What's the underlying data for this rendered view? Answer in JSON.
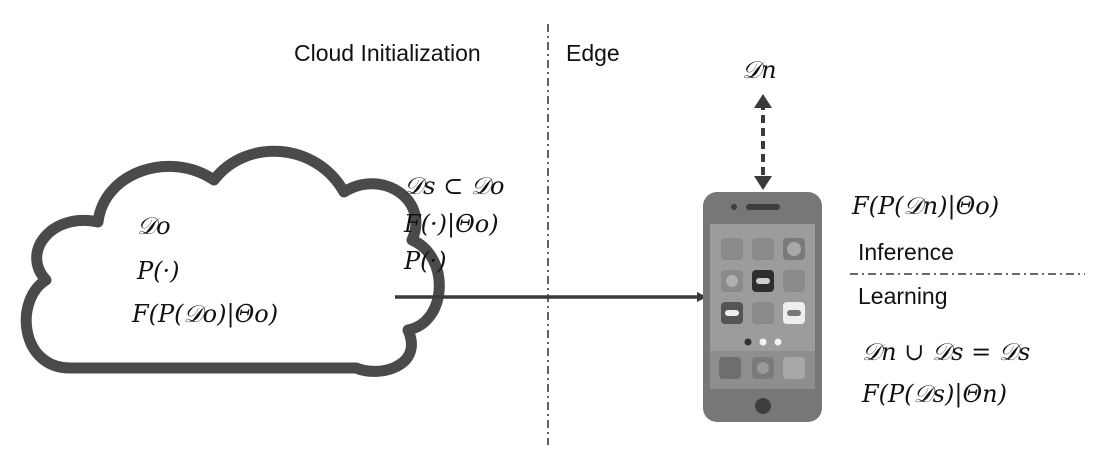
{
  "regions": {
    "cloud": "Cloud Initialization",
    "edge": "Edge"
  },
  "cloud_contents": {
    "line1": "𝒟o",
    "line2": "P(·)",
    "line3": "F(P(𝒟o)|Θo)"
  },
  "transfer": {
    "line1": "𝒟s ⊂ 𝒟o",
    "line2": "F(·)|Θo)",
    "line3": "P(·)"
  },
  "device_input": "𝒟n",
  "edge_side": {
    "inference_formula": "F(P(𝒟n)|Θo)",
    "inference_label": "Inference",
    "learning_label": "Learning",
    "learning_line1": "𝒟n ∪ 𝒟s = 𝒟s",
    "learning_line2": "F(P(𝒟s)|Θn)"
  },
  "colors": {
    "stroke": "#3a3a3a",
    "phone_body": "#777777",
    "phone_screen": "#9c9c9c"
  }
}
